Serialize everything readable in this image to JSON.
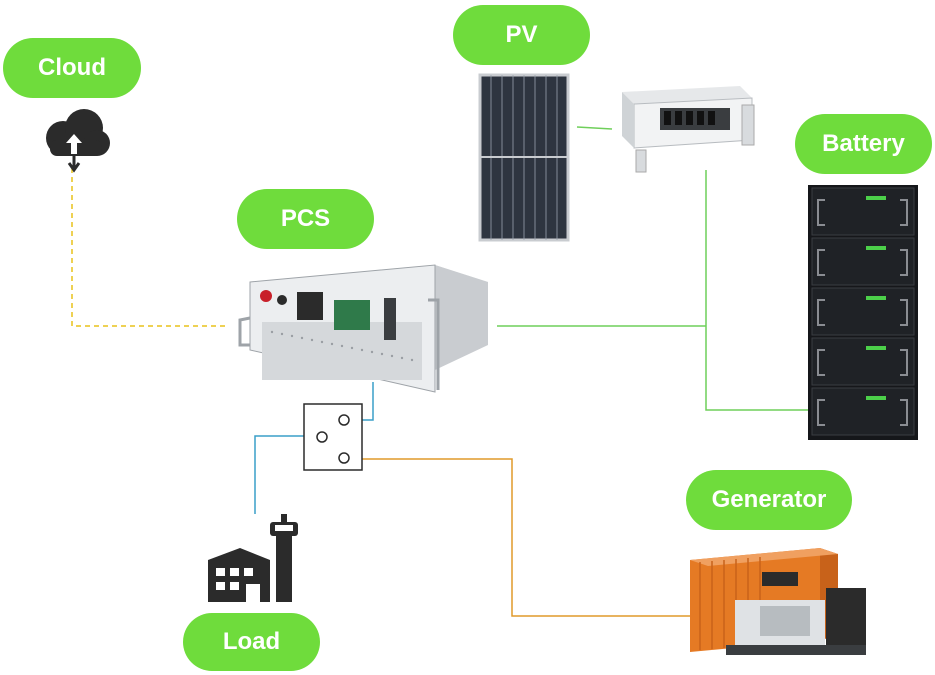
{
  "labels": {
    "cloud": "Cloud",
    "pv": "PV",
    "battery": "Battery",
    "pcs": "PCS",
    "generator": "Generator",
    "load": "Load"
  },
  "colors": {
    "pill": "#6fdc3c",
    "green_line": "#6fcf5a",
    "yellow_dashed": "#e8c21a",
    "blue_line": "#3a9fc8",
    "orange_line": "#e09a2a"
  },
  "icons": [
    "cloud-upload-icon",
    "solar-panel-icon",
    "pv-controller-icon",
    "pcs-unit-icon",
    "battery-rack-icon",
    "generator-icon",
    "building-icon",
    "switch-icon"
  ]
}
